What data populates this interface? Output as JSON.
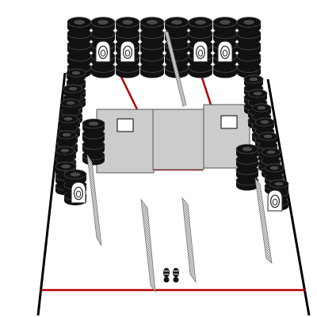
{
  "colors": {
    "background": "#ffffff",
    "floor_line": "#000000",
    "fault_line": "#b00000",
    "tire": "#111111",
    "tire_groove": "#4a4a4a",
    "wall_panel": "#cccccc",
    "wall_edge": "#555555",
    "window": "#ffffff",
    "mesh_fill": "#e2e2e2",
    "mesh_line": "#7a7a7a",
    "target_fill": "#ffffff",
    "target_ring": "#222222"
  },
  "scene": {
    "elements": [
      {
        "kind": "range-lane",
        "label": ""
      },
      {
        "kind": "tire-barricade-back-wall",
        "label": ""
      },
      {
        "kind": "tire-barricade-left",
        "label": ""
      },
      {
        "kind": "tire-barricade-right",
        "label": ""
      },
      {
        "kind": "wall-panel-with-windows",
        "label": ""
      },
      {
        "kind": "mesh-baffle",
        "label": ""
      },
      {
        "kind": "shooting-target",
        "label": ""
      },
      {
        "kind": "footprints-start-position",
        "label": ""
      }
    ],
    "icons": [
      "target-icon",
      "footprints-icon"
    ]
  }
}
